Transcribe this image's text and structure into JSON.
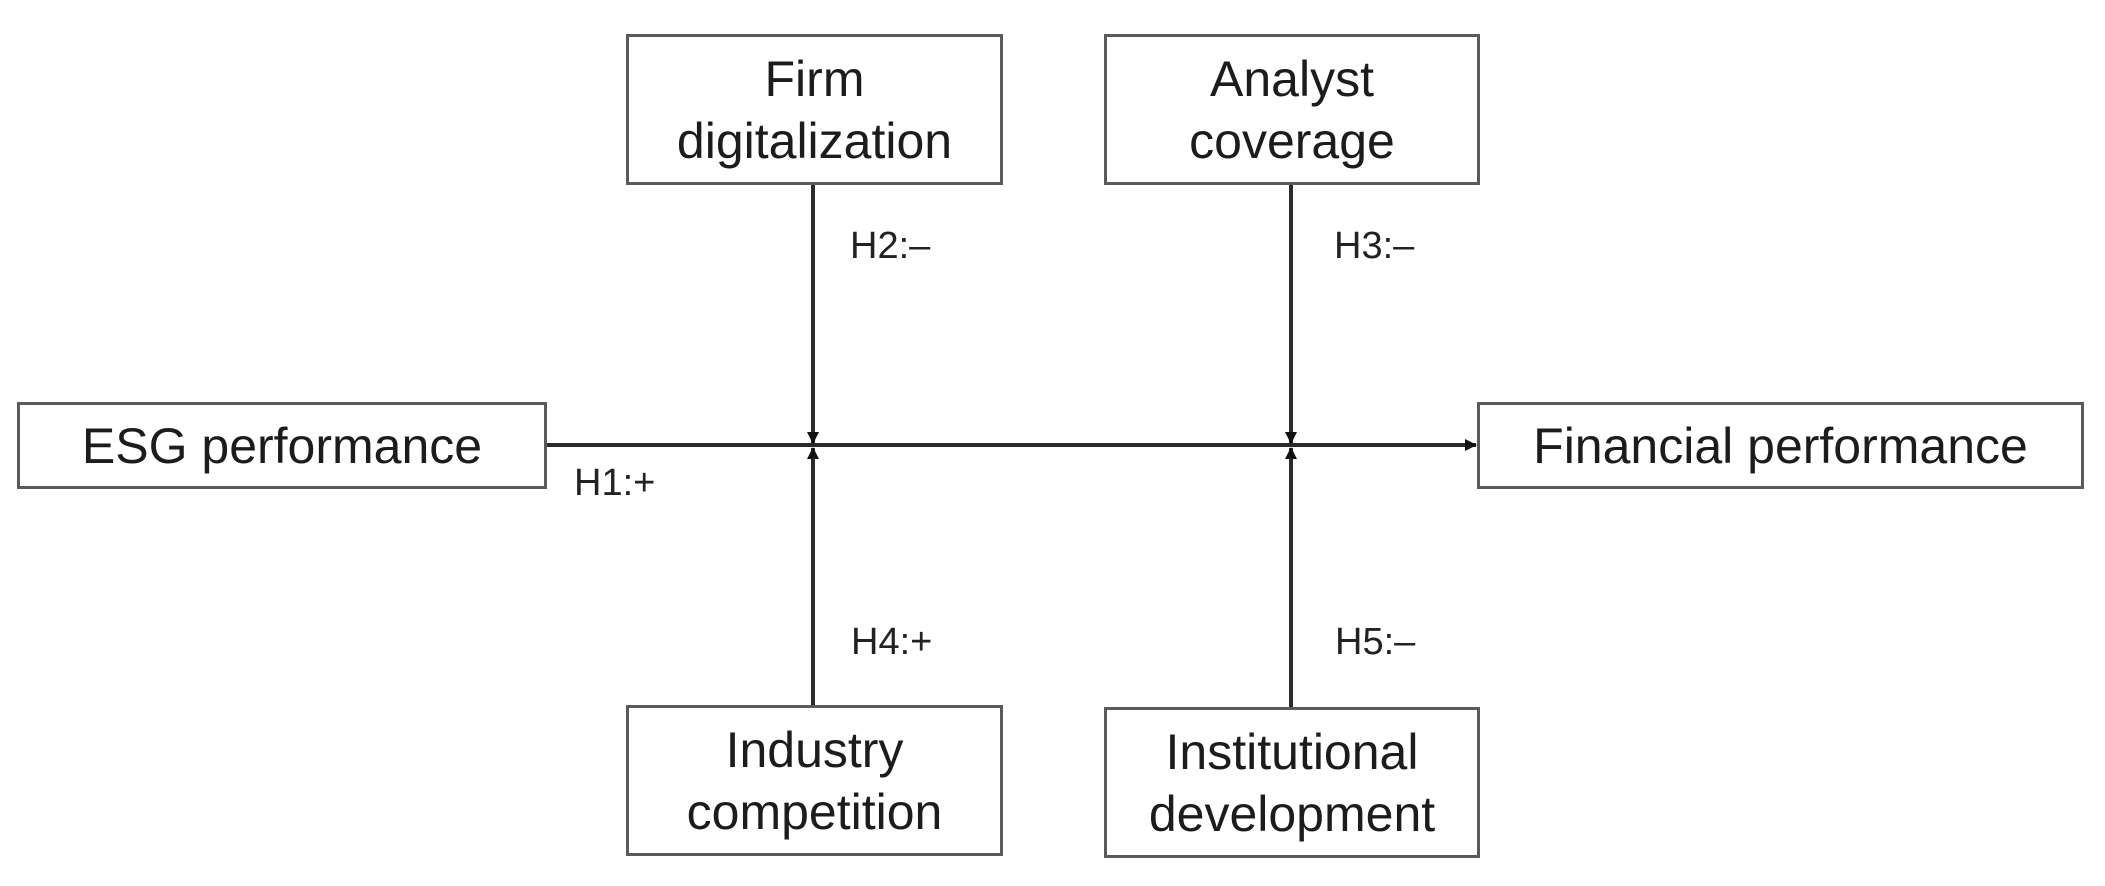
{
  "diagram": {
    "nodes": {
      "esg": {
        "label": "ESG performance"
      },
      "financial": {
        "label": "Financial performance"
      },
      "digital": {
        "line1": "Firm",
        "line2": "digitalization"
      },
      "analyst": {
        "line1": "Analyst",
        "line2": "coverage"
      },
      "industry": {
        "line1": "Industry",
        "line2": "competition"
      },
      "institutional": {
        "line1": "Institutional",
        "line2": "development"
      }
    },
    "hypotheses": {
      "h1": "H1:+",
      "h2": "H2:–",
      "h3": "H3:–",
      "h4": "H4:+",
      "h5": "H5:–"
    },
    "edges": [
      {
        "from": "ESG performance",
        "to": "Financial performance",
        "label": "H1:+",
        "type": "direct"
      },
      {
        "from": "Firm digitalization",
        "to": "ESG→Financial path",
        "label": "H2:–",
        "type": "moderation"
      },
      {
        "from": "Analyst coverage",
        "to": "ESG→Financial path",
        "label": "H3:–",
        "type": "moderation"
      },
      {
        "from": "Industry competition",
        "to": "ESG→Financial path",
        "label": "H4:+",
        "type": "moderation"
      },
      {
        "from": "Institutional development",
        "to": "ESG→Financial path",
        "label": "H5:–",
        "type": "moderation"
      }
    ],
    "colors": {
      "line": "#2b2b2b",
      "border": "#5a5a5a",
      "text": "#1c1c1c",
      "background": "#ffffff"
    }
  }
}
